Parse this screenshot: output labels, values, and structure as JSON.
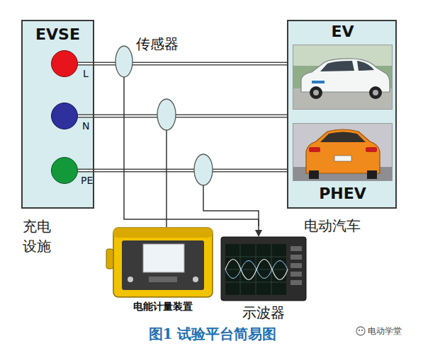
{
  "diagram": {
    "caption": "图1 试验平台简易图",
    "nodes": [
      {
        "text": [
          "EVSE",
          "充电 设施"
        ]
      },
      {
        "text": [
          "L"
        ],
        "in": 0
      },
      {
        "text": [
          "N"
        ],
        "in": 0
      },
      {
        "text": [
          "PE"
        ],
        "in": 0
      },
      {
        "text": [
          "电动汽车"
        ]
      },
      {
        "text": [
          "EV"
        ],
        "in": 4
      },
      {
        "text": [
          "PHEV"
        ],
        "in": 4
      },
      {
        "text": [
          "电能计量装置"
        ]
      },
      {
        "text": [
          "示波器"
        ]
      }
    ],
    "edges": [
      {
        "from": 1,
        "to": 4,
        "arrow": "none"
      },
      {
        "from": 2,
        "to": 4,
        "arrow": "none"
      },
      {
        "from": 3,
        "to": 4,
        "arrow": "none"
      }
    ],
    "labels": [
      "传感器",
      "电动学堂"
    ]
  }
}
